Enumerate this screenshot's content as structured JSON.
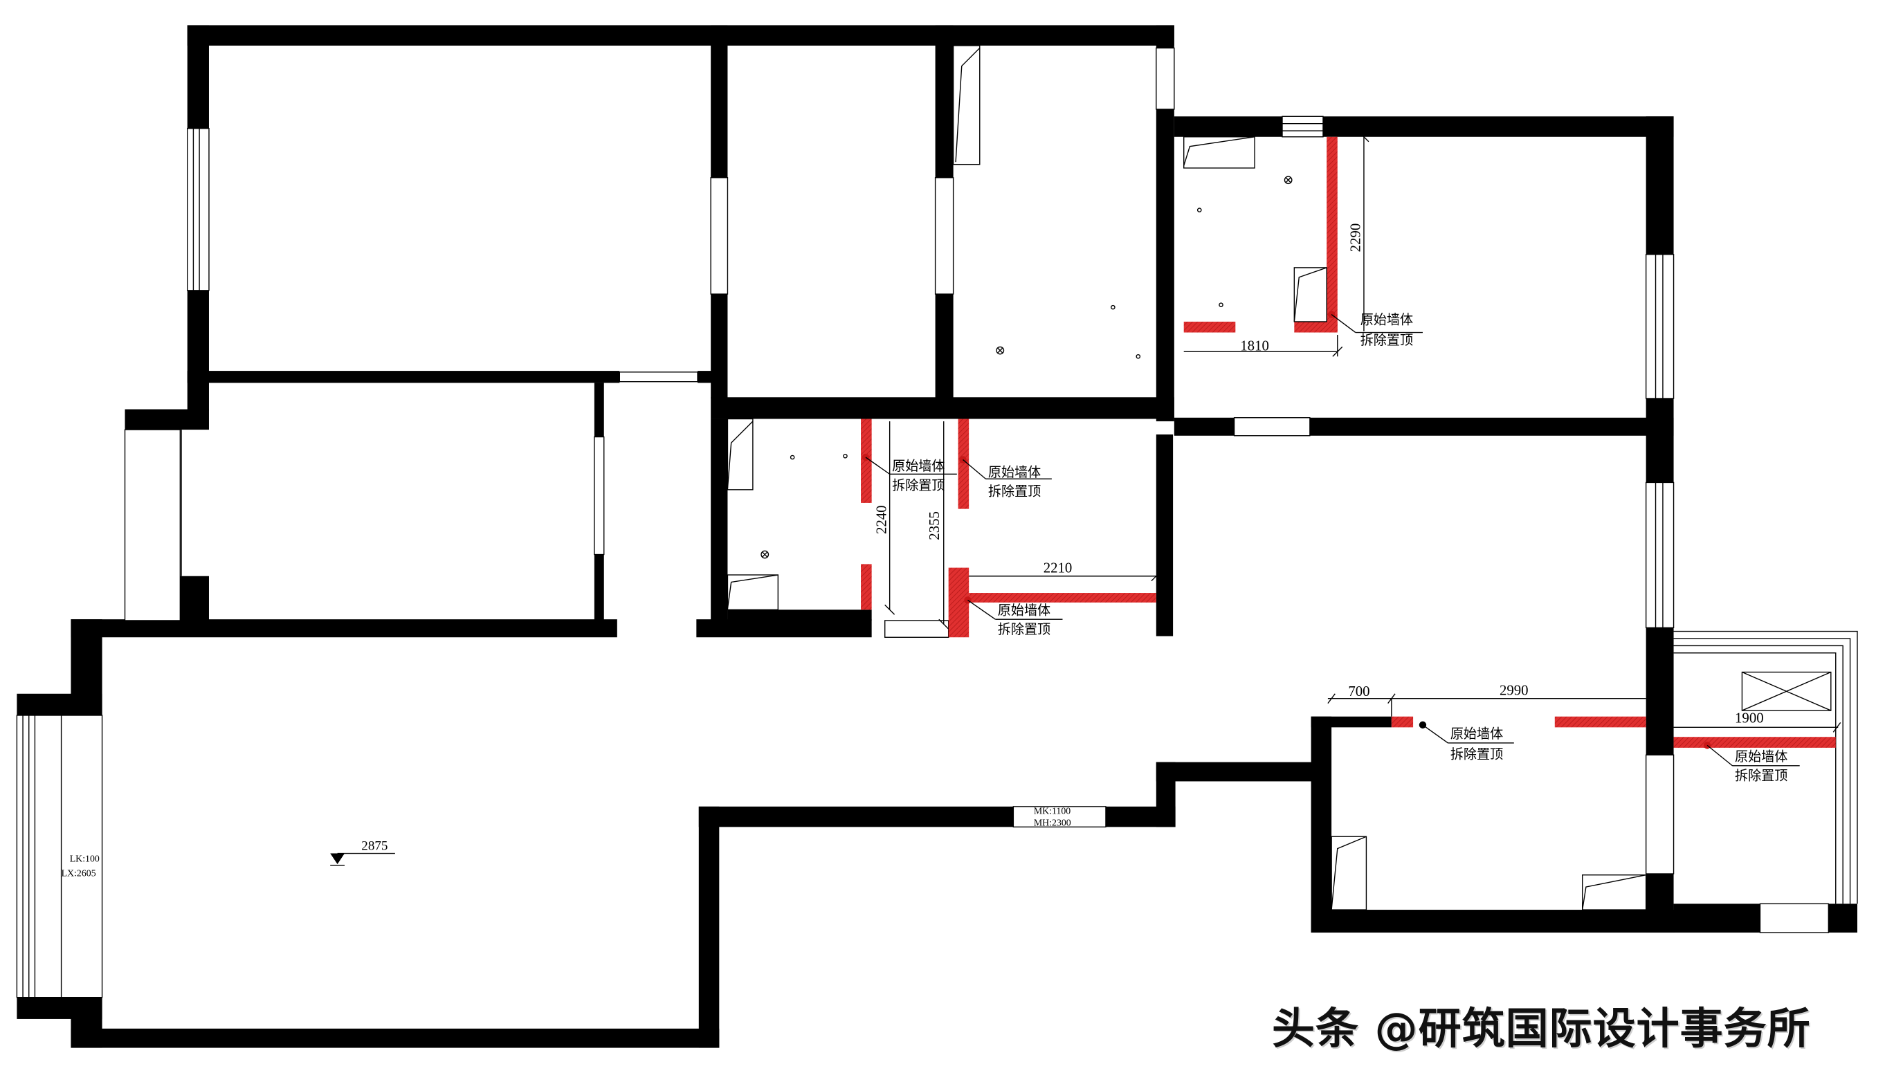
{
  "drawing": {
    "type": "floor-plan-demolition",
    "colors": {
      "wall": "#000000",
      "removed_wall": "#e03030",
      "removed_hatch": "#b81a1a",
      "background": "#ffffff"
    },
    "legend_note": {
      "line1": "原始墙体",
      "line2": "拆除置顶"
    },
    "dimensions": {
      "d2290": "2290",
      "d1810": "1810",
      "d2240": "2240",
      "d2355": "2355",
      "d2210": "2210",
      "d700": "700",
      "d2990": "2990",
      "d1900": "1900"
    },
    "elevation_mark": "2875",
    "living_window": {
      "lk": "LK:100",
      "lx": "LX:2605"
    },
    "door_window": {
      "mk": "MK:1100",
      "mh": "MH:2300"
    }
  },
  "watermark": "头条 @研筑国际设计事务所"
}
